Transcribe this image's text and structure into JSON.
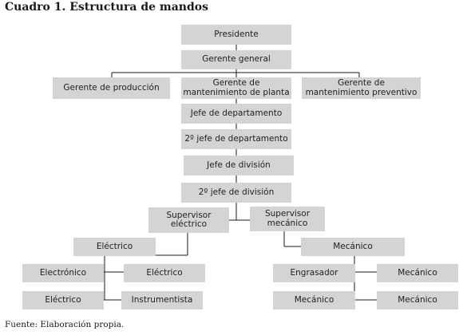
{
  "title": "Cuadro 1. Estructura de mandos",
  "footer": "Fuente: Elaboración propia.",
  "nodes": {
    "presidente": "Presidente",
    "gerente_general": "Gerente general",
    "gerente_produccion": "Gerente de producción",
    "gerente_mant_planta_l1": "Gerente de",
    "gerente_mant_planta_l2": "mantenimiento de planta",
    "gerente_mant_prev_l1": "Gerente de",
    "gerente_mant_prev_l2": "mantenimiento preventivo",
    "jefe_depto": "Jefe de departamento",
    "jefe_depto_2": "2º jefe de departamento",
    "jefe_division": "Jefe de división",
    "jefe_division_2": "2º jefe de división",
    "sup_electrico_l1": "Supervisor",
    "sup_electrico_l2": "eléctrico",
    "sup_mecanico_l1": "Supervisor",
    "sup_mecanico_l2": "mecánico",
    "electrico": "Eléctrico",
    "mecanico": "Mecánico",
    "electronico": "Electrónico",
    "electrico_2": "Eléctrico",
    "electrico_3": "Eléctrico",
    "instrumentista": "Instrumentista",
    "engrasador": "Engrasador",
    "mecanico_2": "Mecánico",
    "mecanico_3": "Mecánico",
    "mecanico_4": "Mecánico"
  }
}
